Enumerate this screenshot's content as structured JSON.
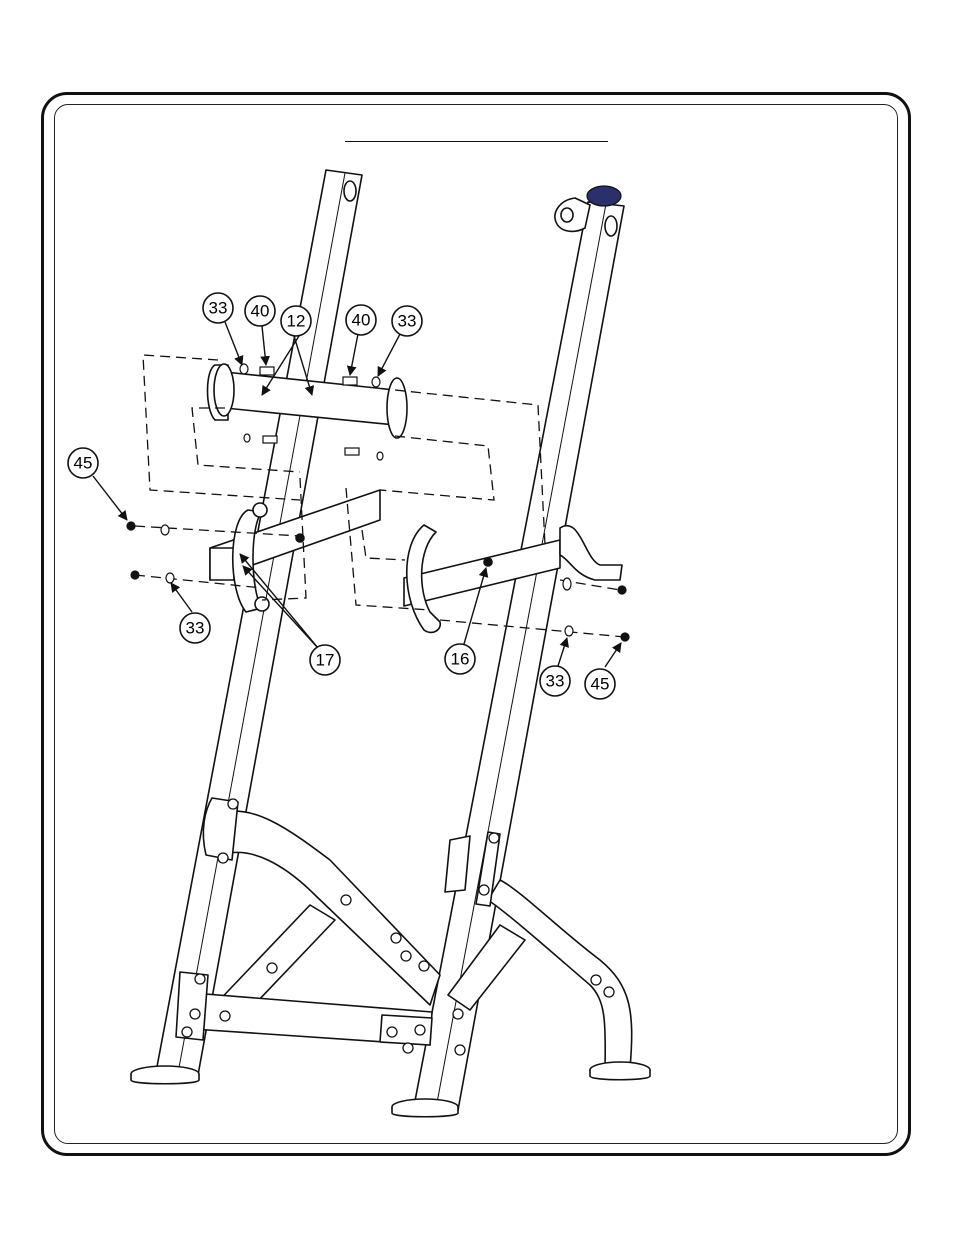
{
  "callouts": {
    "c33a": "33",
    "c40a": "40",
    "c12": "12",
    "c40b": "40",
    "c33b": "33",
    "c45a": "45",
    "c33c": "33",
    "c17": "17",
    "c16": "16",
    "c33d": "33",
    "c45b": "45"
  },
  "colors": {
    "line": "#111111",
    "cap": "#2b2f6b"
  }
}
